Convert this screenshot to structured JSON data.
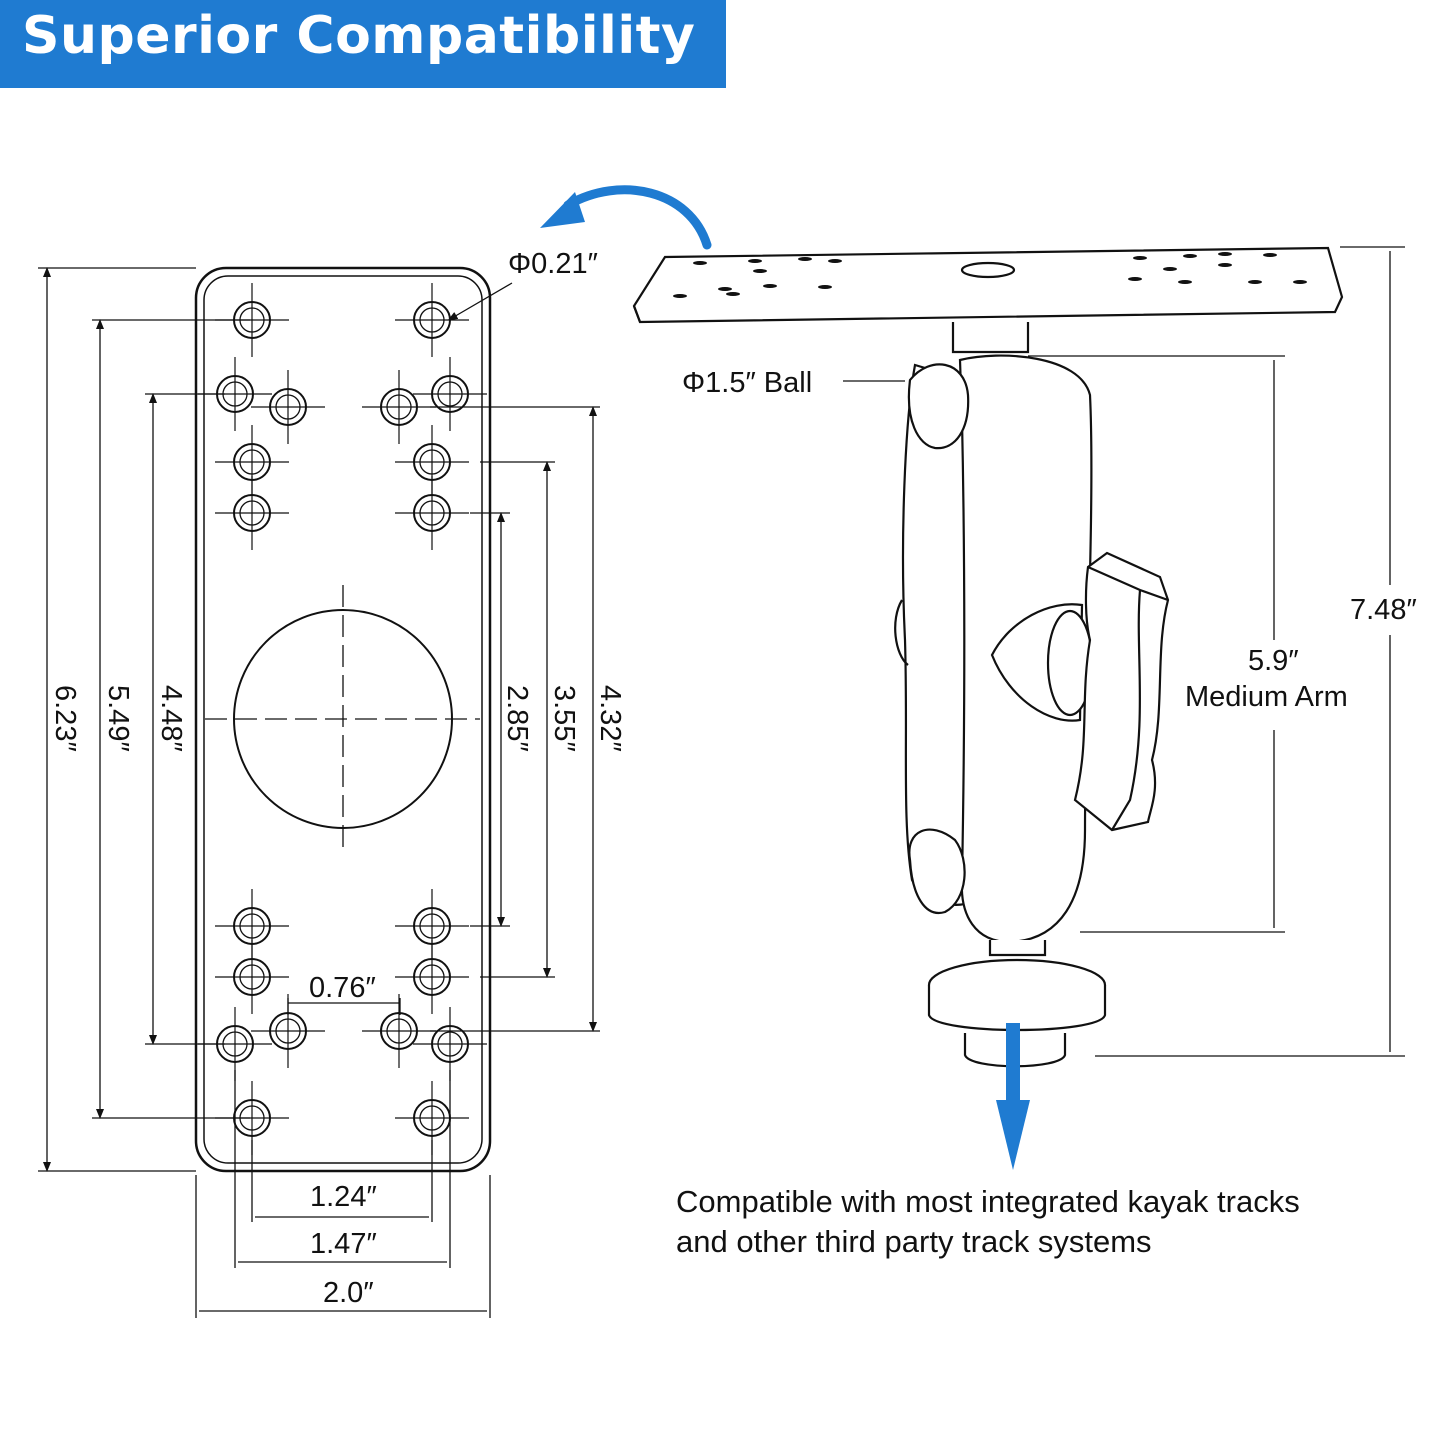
{
  "banner": {
    "title": "Superior Compatibility",
    "color": "#1f7bd1"
  },
  "plate_dimensions": {
    "hole_diameter": "Φ0.21″",
    "overall_height": "6.23″",
    "outer_hole_span": "5.49″",
    "inner_hole_span": "4.48″",
    "gap_span": "2.85″",
    "mid_span": "3.55″",
    "side_span": "4.32″",
    "hole_offset": "0.76″",
    "narrow_width": "1.24″",
    "wide_width": "1.47″",
    "plate_width": "2.0″"
  },
  "mount_dimensions": {
    "ball": "Φ1.5″ Ball",
    "total_height": "7.48″",
    "arm_length": "5.9″",
    "arm_name": "Medium Arm"
  },
  "caption": {
    "line1": "Compatible with most integrated kayak tracks",
    "line2": "and other third party track systems"
  },
  "icons": [
    "curved-arrow-icon",
    "down-arrow-icon"
  ]
}
